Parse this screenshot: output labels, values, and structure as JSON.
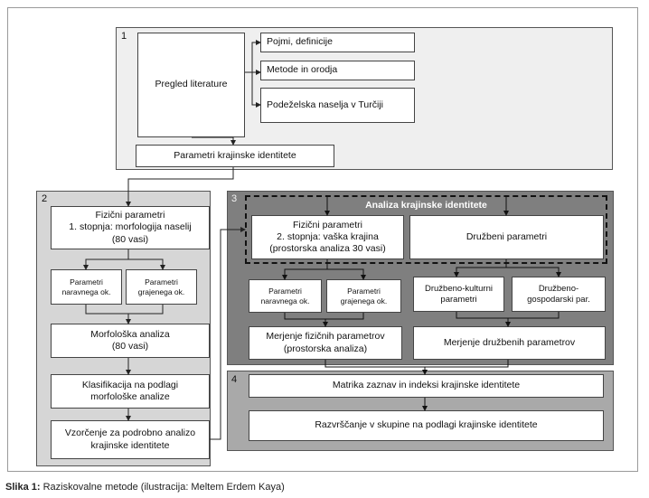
{
  "panels": {
    "p1": "1",
    "p2": "2",
    "p3": "3",
    "p4": "4"
  },
  "section1": {
    "pregled": "Pregled literature",
    "pojmi": "Pojmi, definicije",
    "metode": "Metode in orodja",
    "podezelska": "Podeželska naselja v Turčiji",
    "parametri": "Parametri krajinske identitete"
  },
  "section2": {
    "fizicni": "Fizični parametri\n1. stopnja: morfologija naselij\n(80 vasi)",
    "naravnega": "Parametri\nnaravnega ok.",
    "grajenega": "Parametri\ngrajenega ok.",
    "morfoloska": "Morfološka analiza\n(80 vasi)",
    "klasifikacija": "Klasifikacija na podlagi\nmorfološke analize",
    "vzorcenje": "Vzorčenje za podrobno analizo\nkrajinske identitete"
  },
  "section3": {
    "title": "Analiza krajinske identitete",
    "fizicni": "Fizični parametri\n2. stopnja: vaška krajina\n(prostorska analiza 30 vasi)",
    "druzbeni": "Družbeni parametri",
    "naravnega": "Parametri\nnaravnega ok.",
    "grajenega": "Parametri\ngrajenega ok.",
    "kulturni": "Družbeno-kulturni\nparametri",
    "gospodarski": "Družbeno-\ngospodarski par.",
    "merjenje_fiz": "Merjenje fizičnih parametrov\n(prostorska analiza)",
    "merjenje_druz": "Merjenje družbenih parametrov"
  },
  "section4": {
    "matrika": "Matrika zaznav in indeksi krajinske identitete",
    "razvrscanje": "Razvrščanje v skupine na podlagi krajinske identitete"
  },
  "caption": {
    "label": "Slika 1:",
    "text": " Raziskovalne metode (ilustracija: Meltem Erdem Kaya)"
  }
}
